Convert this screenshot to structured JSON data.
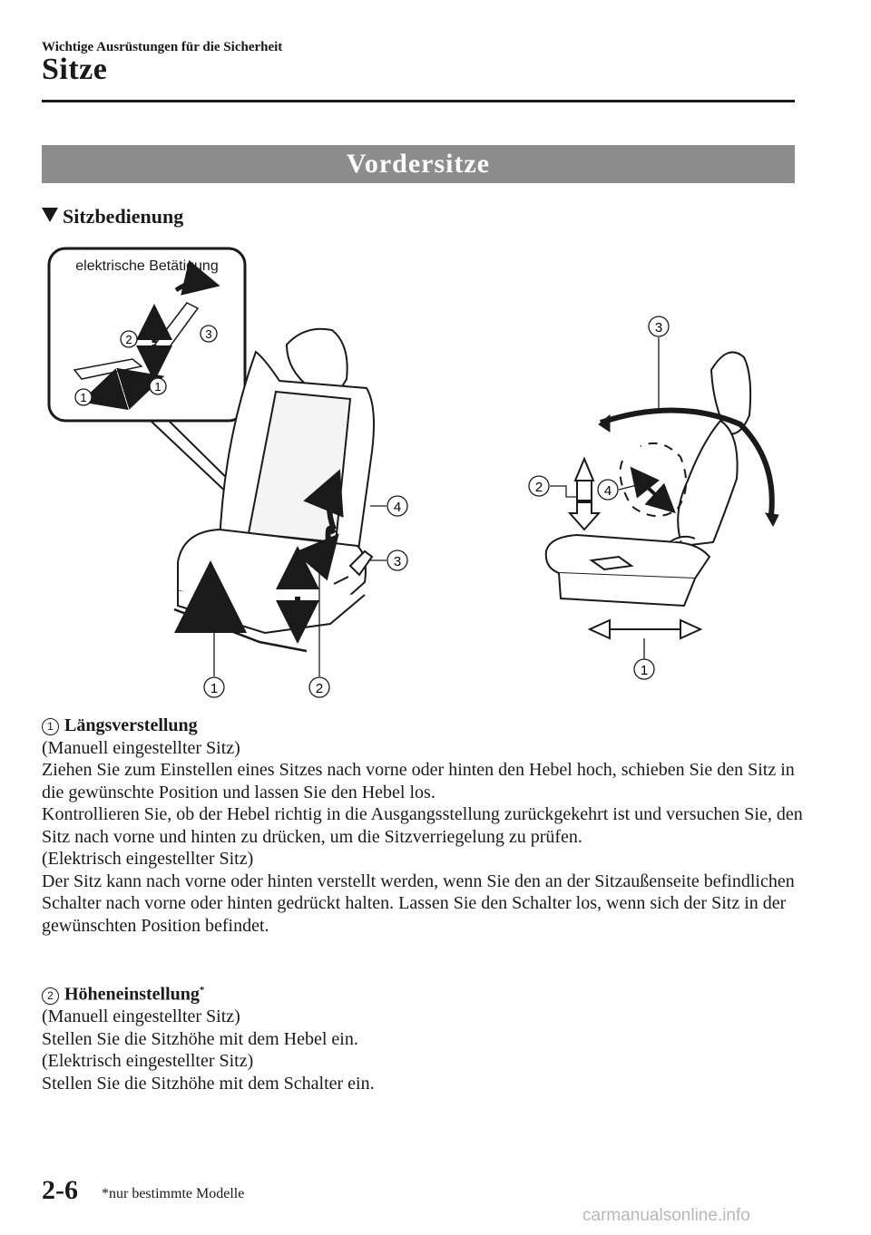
{
  "header": {
    "section_label": "Wichtige Ausrüstungen für die Sicherheit",
    "page_title": "Sitze"
  },
  "banner": {
    "title": "Vordersitze"
  },
  "subheading": "Sitzbedienung",
  "figure": {
    "inset_label": "elektrische Betätigung",
    "callouts": {
      "one": "1",
      "two": "2",
      "three": "3",
      "four": "4"
    }
  },
  "items": [
    {
      "number": "1",
      "heading": "Längsverstellung",
      "paragraphs": [
        "(Manuell eingestellter Sitz)",
        "Ziehen Sie zum Einstellen eines Sitzes nach vorne oder hinten den Hebel hoch, schieben Sie den Sitz in die gewünschte Position und lassen Sie den Hebel los.",
        "Kontrollieren Sie, ob der Hebel richtig in die Ausgangsstellung zurückgekehrt ist und versuchen Sie, den Sitz nach vorne und hinten zu drücken, um die Sitzverriegelung zu prüfen.",
        "(Elektrisch eingestellter Sitz)",
        "Der Sitz kann nach vorne oder hinten verstellt werden, wenn Sie den an der Sitzaußenseite befindlichen Schalter nach vorne oder hinten gedrückt halten. Lassen Sie den Schalter los, wenn sich der Sitz in der gewünschten Position befindet."
      ]
    },
    {
      "number": "2",
      "heading": "Höheneinstellung",
      "heading_sup": "*",
      "paragraphs": [
        "(Manuell eingestellter Sitz)",
        "Stellen Sie die Sitzhöhe mit dem Hebel ein.",
        "(Elektrisch eingestellter Sitz)",
        "Stellen Sie die Sitzhöhe mit dem Schalter ein."
      ]
    }
  ],
  "footer": {
    "page_number": "2-6",
    "footnote": "*nur bestimmte Modelle",
    "watermark": "carmanualsonline.info"
  }
}
